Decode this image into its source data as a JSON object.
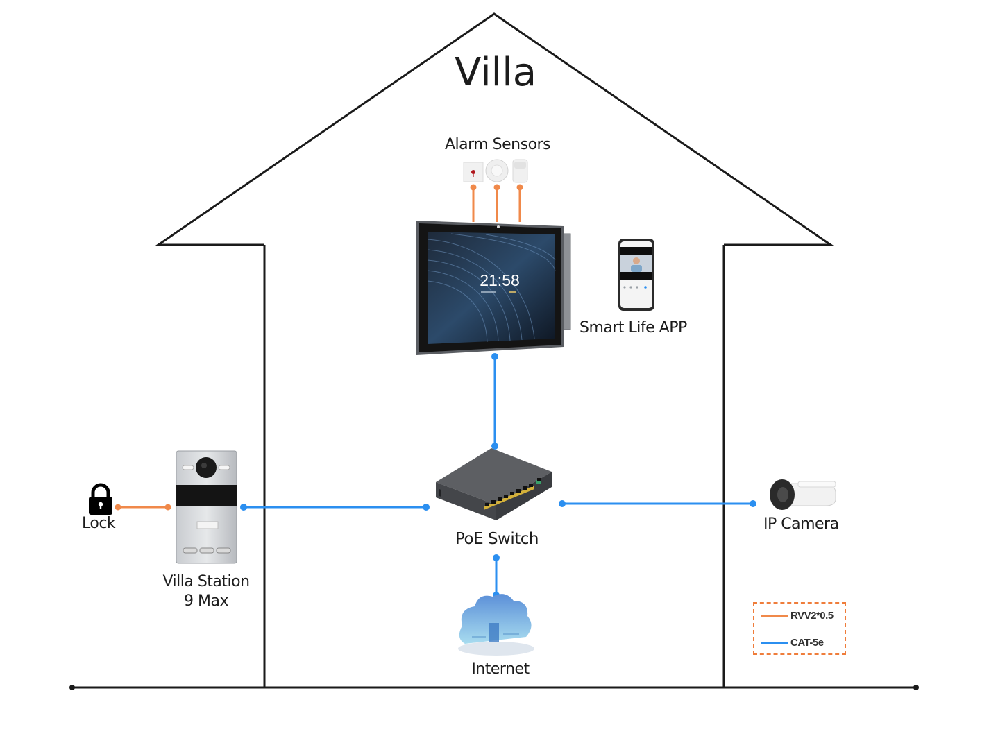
{
  "title": "Villa",
  "colors": {
    "outline": "#1a1a1a",
    "rvv_wire": "#f0894a",
    "cat_wire": "#2b8ff0",
    "legend_border": "#ef7d3b"
  },
  "nodes": {
    "alarm_sensors": {
      "label": "Alarm Sensors"
    },
    "indoor_monitor": {
      "label": "",
      "clock": "21:58"
    },
    "smart_life_app": {
      "label": "Smart Life APP"
    },
    "poe_switch": {
      "label": "PoE Switch"
    },
    "villa_station": {
      "label_line1": "Villa Station",
      "label_line2": "9 Max"
    },
    "lock": {
      "label": "Lock"
    },
    "ip_camera": {
      "label": "IP Camera"
    },
    "internet": {
      "label": "Internet"
    }
  },
  "connections": [
    {
      "from": "alarm_sensors",
      "to": "indoor_monitor",
      "cable": "RVV2*0.5"
    },
    {
      "from": "indoor_monitor",
      "to": "poe_switch",
      "cable": "CAT-5e"
    },
    {
      "from": "villa_station",
      "to": "poe_switch",
      "cable": "CAT-5e"
    },
    {
      "from": "lock",
      "to": "villa_station",
      "cable": "RVV2*0.5"
    },
    {
      "from": "poe_switch",
      "to": "ip_camera",
      "cable": "CAT-5e"
    },
    {
      "from": "poe_switch",
      "to": "internet",
      "cable": "CAT-5e"
    }
  ],
  "legend": {
    "items": [
      {
        "label": "RVV2*0.5",
        "color": "#f0894a"
      },
      {
        "label": "CAT-5e",
        "color": "#2b8ff0"
      }
    ]
  }
}
